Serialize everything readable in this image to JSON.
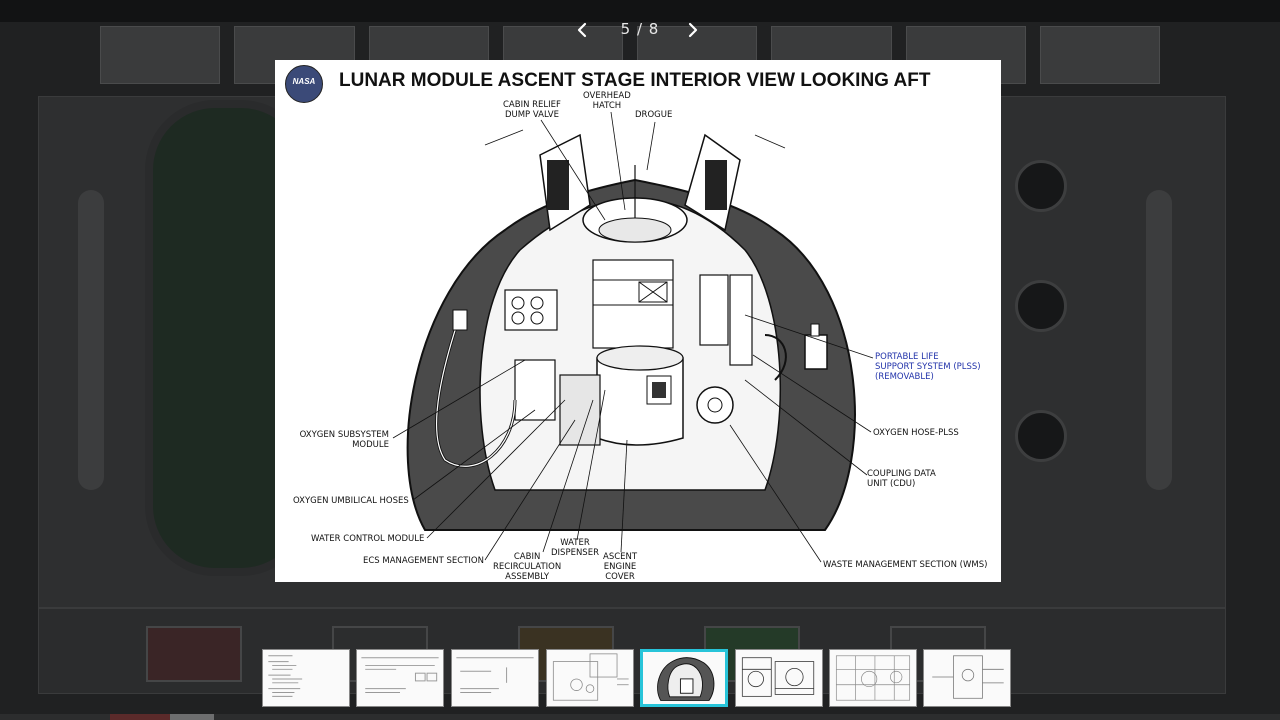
{
  "viewer": {
    "counter": "5 / 8",
    "current_index": 5,
    "total": 8,
    "accent_color": "#28c4d9"
  },
  "icons": {
    "prev": "chevron-left-icon",
    "next": "chevron-right-icon",
    "logo": "nasa-logo"
  },
  "diagram": {
    "logo_text": "NASA",
    "title": "LUNAR MODULE ASCENT STAGE INTERIOR VIEW LOOKING AFT",
    "labels": {
      "cabin_relief": "CABIN RELIEF\nDUMP VALVE",
      "overhead_hatch": "OVERHEAD\nHATCH",
      "drogue": "DROGUE",
      "plss": "PORTABLE LIFE\nSUPPORT SYSTEM (PLSS)\n(REMOVABLE)",
      "oxygen_hose_plss": "OXYGEN HOSE-PLSS",
      "cdu": "COUPLING DATA\nUNIT (CDU)",
      "waste_mgmt": "WASTE MANAGEMENT SECTION (WMS)",
      "oxygen_subsystem": "OXYGEN SUBSYSTEM\nMODULE",
      "oxygen_umbilical": "OXYGEN UMBILICAL HOSES",
      "water_control": "WATER CONTROL MODULE",
      "ecs_mgmt": "ECS MANAGEMENT SECTION",
      "cabin_recirc": "CABIN\nRECIRCULATION\nASSEMBLY",
      "water_dispenser": "WATER\nDISPENSER",
      "ascent_engine": "ASCENT\nENGINE\nCOVER"
    },
    "plss_color": "#2233aa"
  },
  "thumbnails": [
    {
      "index": 1,
      "kind": "text-list"
    },
    {
      "index": 2,
      "kind": "table"
    },
    {
      "index": 3,
      "kind": "table"
    },
    {
      "index": 4,
      "kind": "drawing"
    },
    {
      "index": 5,
      "kind": "drawing",
      "active": true
    },
    {
      "index": 6,
      "kind": "drawing"
    },
    {
      "index": 7,
      "kind": "grid-drawing"
    },
    {
      "index": 8,
      "kind": "drawing"
    }
  ]
}
